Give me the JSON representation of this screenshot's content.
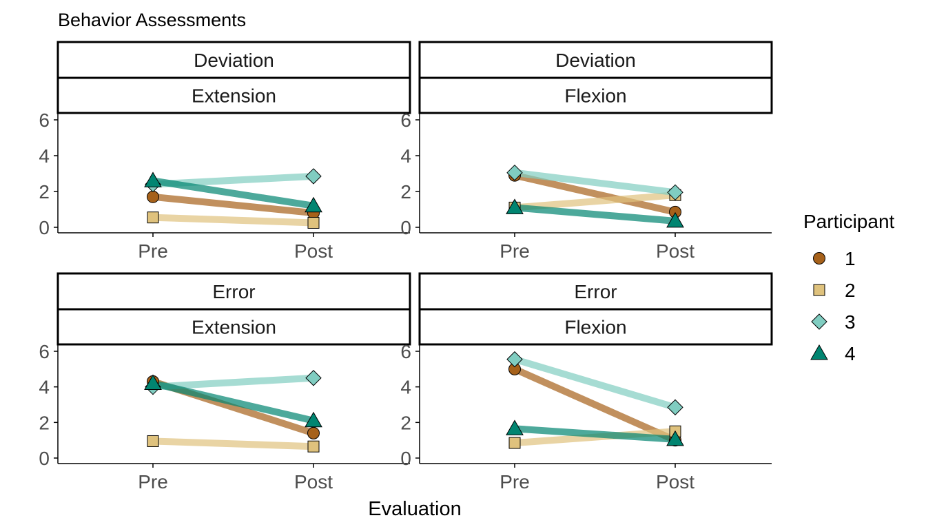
{
  "chart_data": {
    "type": "line",
    "title": "Behavior Assessments",
    "xlabel": "Evaluation",
    "ylabel": "",
    "x_categories": [
      "Pre",
      "Post"
    ],
    "ylim": [
      0,
      6
    ],
    "y_ticks": [
      "0",
      "2",
      "4",
      "6"
    ],
    "legend": {
      "title": "Participant",
      "position": "right",
      "entries": [
        {
          "label": "1",
          "shape": "circle",
          "color": "#A6611A"
        },
        {
          "label": "2",
          "shape": "square",
          "color": "#DFC27D"
        },
        {
          "label": "3",
          "shape": "diamond",
          "color": "#80CDC1"
        },
        {
          "label": "4",
          "shape": "triangle",
          "color": "#018571"
        }
      ]
    },
    "panels": [
      {
        "strip_top": "Deviation",
        "strip_bottom": "Extension",
        "series": [
          {
            "participant": "1",
            "values": [
              1.7,
              0.8
            ]
          },
          {
            "participant": "2",
            "values": [
              0.55,
              0.25
            ]
          },
          {
            "participant": "3",
            "values": [
              2.4,
              2.85
            ]
          },
          {
            "participant": "4",
            "values": [
              2.6,
              1.2
            ]
          }
        ]
      },
      {
        "strip_top": "Deviation",
        "strip_bottom": "Flexion",
        "series": [
          {
            "participant": "1",
            "values": [
              2.9,
              0.85
            ]
          },
          {
            "participant": "2",
            "values": [
              1.1,
              1.8
            ]
          },
          {
            "participant": "3",
            "values": [
              3.05,
              1.95
            ]
          },
          {
            "participant": "4",
            "values": [
              1.1,
              0.35
            ]
          }
        ]
      },
      {
        "strip_top": "Error",
        "strip_bottom": "Extension",
        "series": [
          {
            "participant": "1",
            "values": [
              4.3,
              1.4
            ]
          },
          {
            "participant": "2",
            "values": [
              0.95,
              0.65
            ]
          },
          {
            "participant": "3",
            "values": [
              4.0,
              4.5
            ]
          },
          {
            "participant": "4",
            "values": [
              4.2,
              2.1
            ]
          }
        ]
      },
      {
        "strip_top": "Error",
        "strip_bottom": "Flexion",
        "series": [
          {
            "participant": "1",
            "values": [
              5.0,
              1.0
            ]
          },
          {
            "participant": "2",
            "values": [
              0.85,
              1.5
            ]
          },
          {
            "participant": "3",
            "values": [
              5.55,
              2.85
            ]
          },
          {
            "participant": "4",
            "values": [
              1.65,
              1.05
            ]
          }
        ]
      }
    ]
  }
}
